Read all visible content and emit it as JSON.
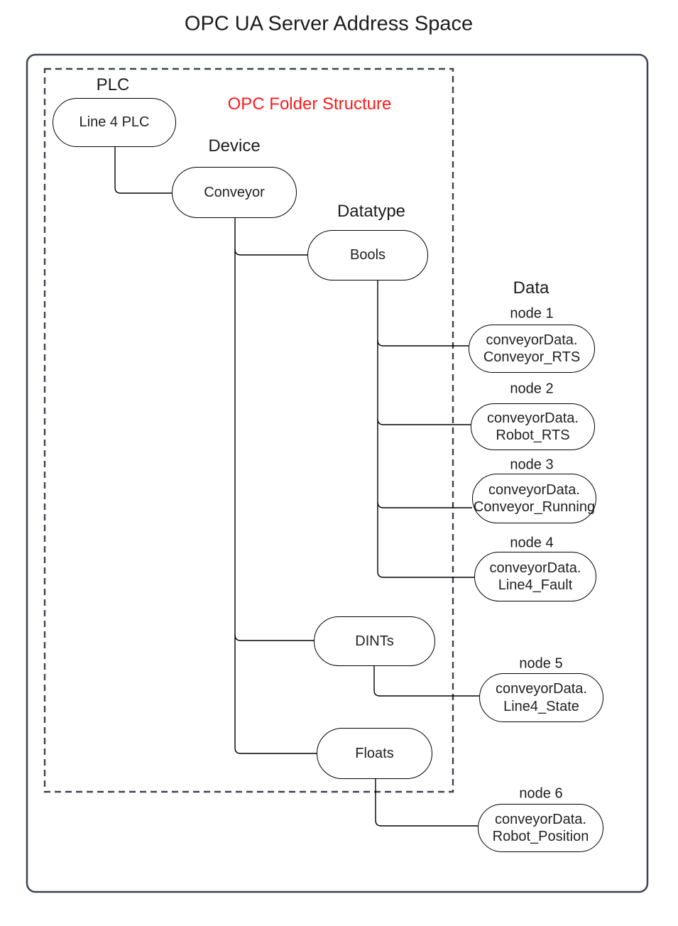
{
  "title": "OPC UA Server Address Space",
  "overlay": {
    "label": "OPC Folder Structure",
    "label_color": "#ff1a1a"
  },
  "column_headers": {
    "plc": "PLC",
    "device": "Device",
    "datatype": "Datatype",
    "data": "Data"
  },
  "folders": {
    "plc": "Line 4 PLC",
    "device": "Conveyor",
    "bools": "Bools",
    "dints": "DINTs",
    "floats": "Floats"
  },
  "data_nodes": [
    {
      "label": "node 1",
      "line1": "conveyorData.",
      "line2": "Conveyor_RTS",
      "parent": "Bools"
    },
    {
      "label": "node 2",
      "line1": "conveyorData.",
      "line2": "Robot_RTS",
      "parent": "Bools"
    },
    {
      "label": "node 3",
      "line1": "conveyorData.",
      "line2": "Conveyor_Running",
      "parent": "Bools"
    },
    {
      "label": "node 4",
      "line1": "conveyorData.",
      "line2": "Line4_Fault",
      "parent": "Bools"
    },
    {
      "label": "node 5",
      "line1": "conveyorData.",
      "line2": "Line4_State",
      "parent": "DINTs"
    },
    {
      "label": "node 6",
      "line1": "conveyorData.",
      "line2": "Robot_Position",
      "parent": "Floats"
    }
  ],
  "colors": {
    "frame": "#3d4450",
    "connector": "#000000",
    "accent_red": "#ff1a1a"
  }
}
